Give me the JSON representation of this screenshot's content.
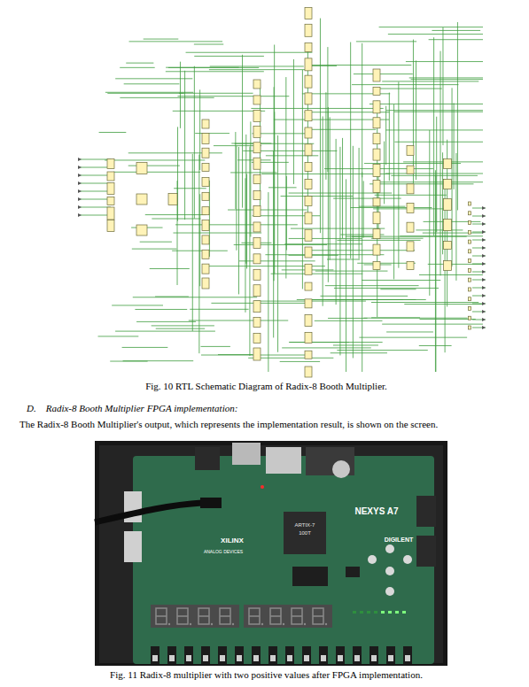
{
  "diagram": {
    "labels": [
      "Fig. 10 RTL Schematic Diagram of Radix-8 Booth Multiplier.",
      "D.    Radix-8 Booth Multiplier FPGA implementation:",
      "The Radix-8 Booth Multiplier's output, which represents the implementation result, is shown on the screen.",
      "Fig. 11 Radix-8 multiplier with two positive values after FPGA implementation.",
      "NEXYS A7",
      "XILINX",
      "DIGILENT",
      "ARTIX-7",
      "100T",
      "ANALOG DEVICES"
    ]
  }
}
